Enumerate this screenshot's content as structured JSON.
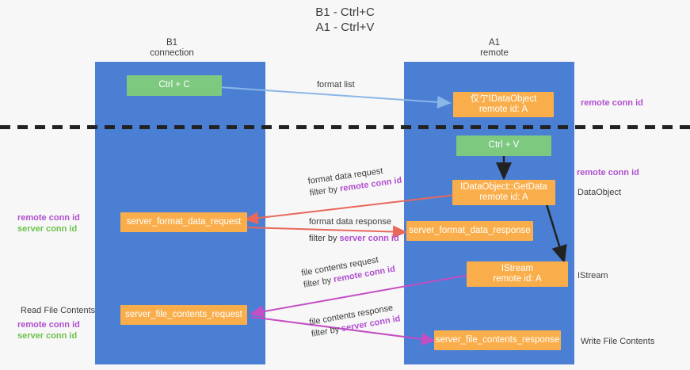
{
  "title": {
    "line1": "B1 - Ctrl+C",
    "line2": "A1 - Ctrl+V"
  },
  "columns": [
    {
      "name": "B1",
      "sub": "connection"
    },
    {
      "name": "A1",
      "sub": "remote"
    }
  ],
  "nodes": {
    "ctrl_c": "Ctrl + C",
    "ctrl_v": "Ctrl + V",
    "dataobject_top_line1": "仅亇IDataObject",
    "dataobject_top_line2": "remote id: A",
    "getdata_line1": "IDataObject::GetData",
    "getdata_line2": "remote id: A",
    "istream_line1": "IStream",
    "istream_line2": "remote id: A",
    "server_format_data_request": "server_format_data_request",
    "server_format_data_response": "server_format_data_response",
    "server_file_contents_request": "server_file_contents_request",
    "server_file_contents_response": "server_file_contents_response"
  },
  "edges": {
    "format_list": "format list",
    "format_data_request": "format data request",
    "format_data_request_filter_prefix": "filter by ",
    "format_data_request_filter_key": "remote conn id",
    "format_data_response": "format data response",
    "format_data_response_filter_prefix": "filter by ",
    "format_data_response_filter_key": "server conn id",
    "file_contents_request": "file contents request",
    "file_contents_request_filter_prefix": "filter by ",
    "file_contents_request_filter_key": "remote conn id",
    "file_contents_response": "file contents response",
    "file_contents_response_filter_prefix": "filter by ",
    "file_contents_response_filter_key": "server conn id"
  },
  "annotations": {
    "right_remote_conn_id_top": "remote conn id",
    "right_remote_conn_id_mid": "remote conn id",
    "right_dataobject": "DataObject",
    "right_istream": "IStream",
    "right_write_file_contents": "Write File Contents",
    "left_remote_conn_id_mid": "remote conn id",
    "left_server_conn_id_mid": "server conn id",
    "left_read_file_contents": "Read File Contents",
    "left_remote_conn_id_low": "remote conn id",
    "left_server_conn_id_low": "server conn id"
  },
  "colors": {
    "lane": "#4a7fd4",
    "green_node": "#7cc97f",
    "orange_node": "#f9ae4b",
    "purple_text": "#b04fd0",
    "green_text": "#6cc24a",
    "arrow_blue": "#8ab6e8",
    "arrow_red": "#e8685c",
    "arrow_magenta": "#c44ec4",
    "arrow_black": "#222222"
  }
}
